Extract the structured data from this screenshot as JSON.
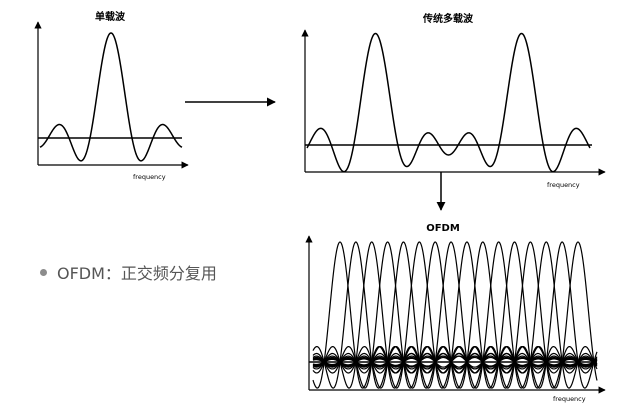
{
  "panels": {
    "single": {
      "title": "单载波",
      "axis_caption": "frequency"
    },
    "multi": {
      "title": "传统多载波",
      "axis_caption": "frequency"
    },
    "ofdm": {
      "title": "OFDM",
      "axis_caption": "frequency"
    }
  },
  "bullet": {
    "text": "OFDM：正交频分复用"
  },
  "colors": {
    "ink": "#000000",
    "bullet_text": "#555555",
    "bullet_dot": "#8c8c8c"
  },
  "ofdm_subcarrier_count": 16
}
